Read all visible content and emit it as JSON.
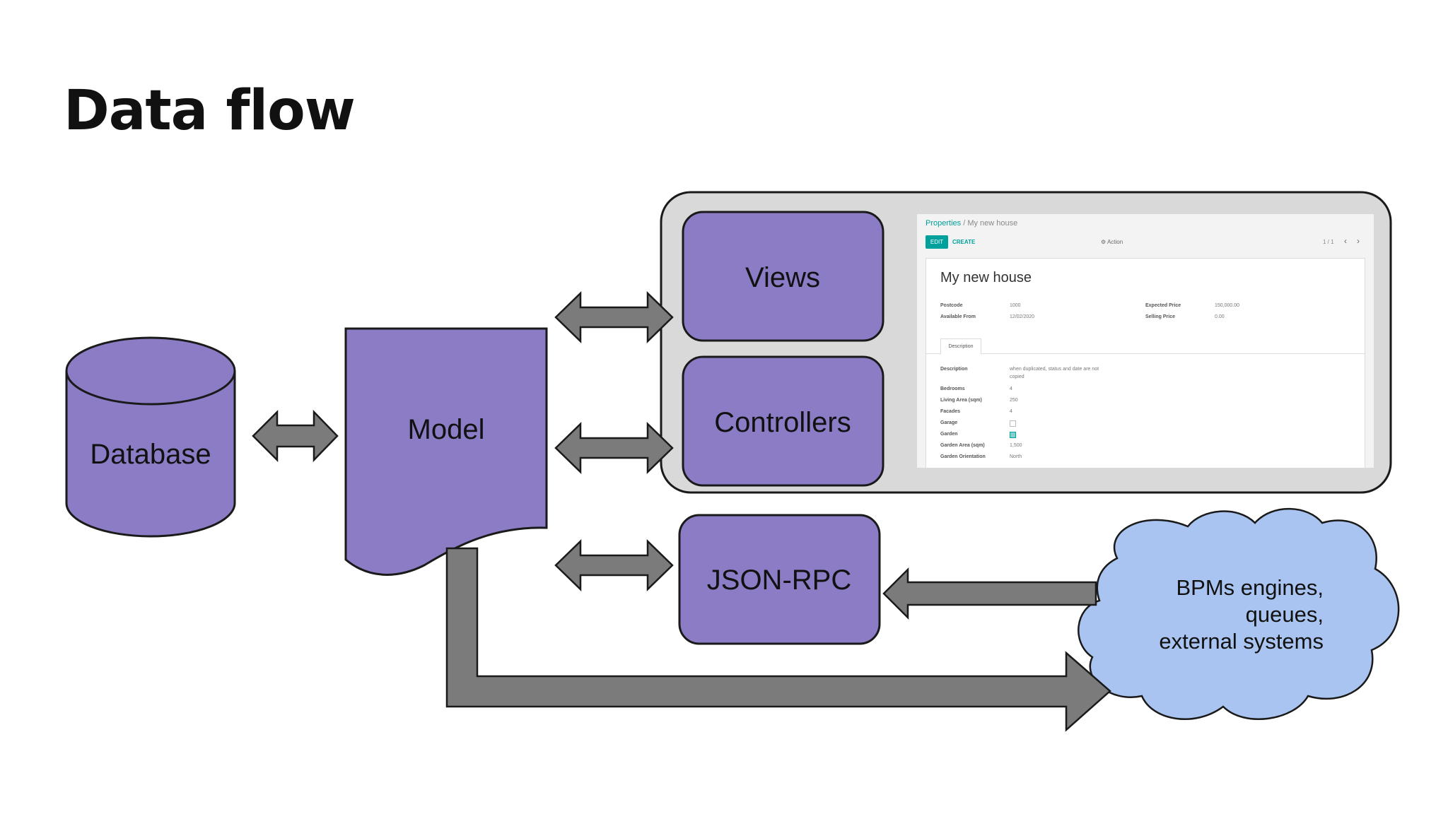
{
  "title": "Data flow",
  "nodes": {
    "database": "Database",
    "model": "Model",
    "views": "Views",
    "controllers": "Controllers",
    "jsonrpc": "JSON-RPC",
    "external": [
      "BPMs engines,",
      "queues,",
      "external systems"
    ]
  },
  "form": {
    "breadcrumb_link": "Properties",
    "breadcrumb_sep": "/",
    "breadcrumb_current": "My new house",
    "edit_label": "EDIT",
    "create_label": "CREATE",
    "action_label": "⚙ Action",
    "pager": "1 / 1",
    "prev_icon": "‹",
    "next_icon": "›",
    "record_name": "My new house",
    "postcode_label": "Postcode",
    "postcode_value": "1000",
    "available_label": "Available From",
    "available_value": "12/02/2020",
    "expected_label": "Expected Price",
    "expected_value": "150,000.00",
    "selling_label": "Selling Price",
    "selling_value": "0.00",
    "tab_label": "Description",
    "description_label": "Description",
    "description_value_1": "when duplicated, status and date are not",
    "description_value_2": "copied",
    "bedrooms_label": "Bedrooms",
    "bedrooms_value": "4",
    "living_label": "Living Area (sqm)",
    "living_value": "250",
    "facades_label": "Facades",
    "facades_value": "4",
    "garage_label": "Garage",
    "garage_checked": false,
    "garden_label": "Garden",
    "garden_checked": true,
    "garden_area_label": "Garden Area (sqm)",
    "garden_area_value": "1,500",
    "orientation_label": "Garden Orientation",
    "orientation_value": "North"
  },
  "colors": {
    "node_fill": "#8c7cc5",
    "arrow_fill": "#7b7b7b",
    "cloud_fill": "#a9c4f0",
    "group_fill": "#d9d9d9",
    "accent": "#00a09d"
  }
}
